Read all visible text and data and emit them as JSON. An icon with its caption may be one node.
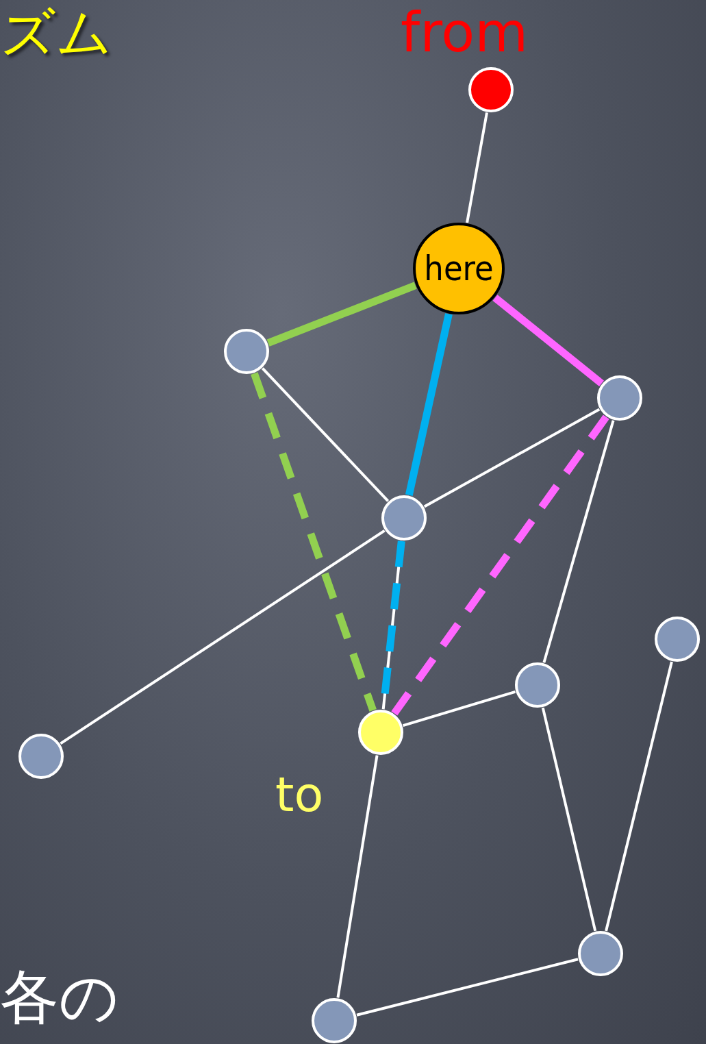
{
  "diagram": {
    "nodes": [
      {
        "text": [],
        "shape": "circle",
        "beside": [
          "from"
        ]
      },
      {
        "text": [
          "here"
        ]
      },
      {
        "text": [],
        "shape": "circle"
      },
      {
        "text": [],
        "shape": "circle"
      },
      {
        "text": [],
        "shape": "circle"
      },
      {
        "text": [],
        "shape": "circle"
      },
      {
        "text": [],
        "shape": "circle"
      },
      {
        "text": [],
        "shape": "circle",
        "beside": [
          "to"
        ]
      },
      {
        "text": [],
        "shape": "circle"
      },
      {
        "text": [],
        "shape": "circle"
      },
      {
        "text": [],
        "shape": "circle"
      }
    ],
    "edges": [
      {
        "from": 0,
        "to": 1,
        "arrow": "none"
      },
      {
        "from": 2,
        "to": 4,
        "arrow": "none"
      },
      {
        "from": 3,
        "to": 4,
        "arrow": "none"
      },
      {
        "from": 4,
        "to": 8,
        "arrow": "none"
      },
      {
        "from": 4,
        "to": 7,
        "arrow": "none"
      },
      {
        "from": 3,
        "to": 6,
        "arrow": "none"
      },
      {
        "from": 6,
        "to": 7,
        "arrow": "none"
      },
      {
        "from": 7,
        "to": 10,
        "arrow": "none"
      },
      {
        "from": 6,
        "to": 9,
        "arrow": "none"
      },
      {
        "from": 5,
        "to": 9,
        "arrow": "none"
      },
      {
        "from": 10,
        "to": 9,
        "arrow": "none"
      },
      {
        "from": 1,
        "to": 2,
        "arrow": "none",
        "style": "thick",
        "color": "#92d050"
      },
      {
        "from": 1,
        "to": 4,
        "arrow": "none",
        "style": "thick",
        "color": "#00b0f0"
      },
      {
        "from": 1,
        "to": 3,
        "arrow": "none",
        "style": "thick",
        "color": "#ff66ff"
      },
      {
        "from": 2,
        "to": 7,
        "arrow": "none",
        "style": "dashed",
        "color": "#92d050"
      },
      {
        "from": 4,
        "to": 7,
        "arrow": "none",
        "style": "dashed",
        "color": "#00b0f0"
      },
      {
        "from": 3,
        "to": 7,
        "arrow": "none",
        "style": "dashed",
        "color": "#ff66ff"
      }
    ],
    "labels": [
      "ズム",
      "各の"
    ]
  }
}
